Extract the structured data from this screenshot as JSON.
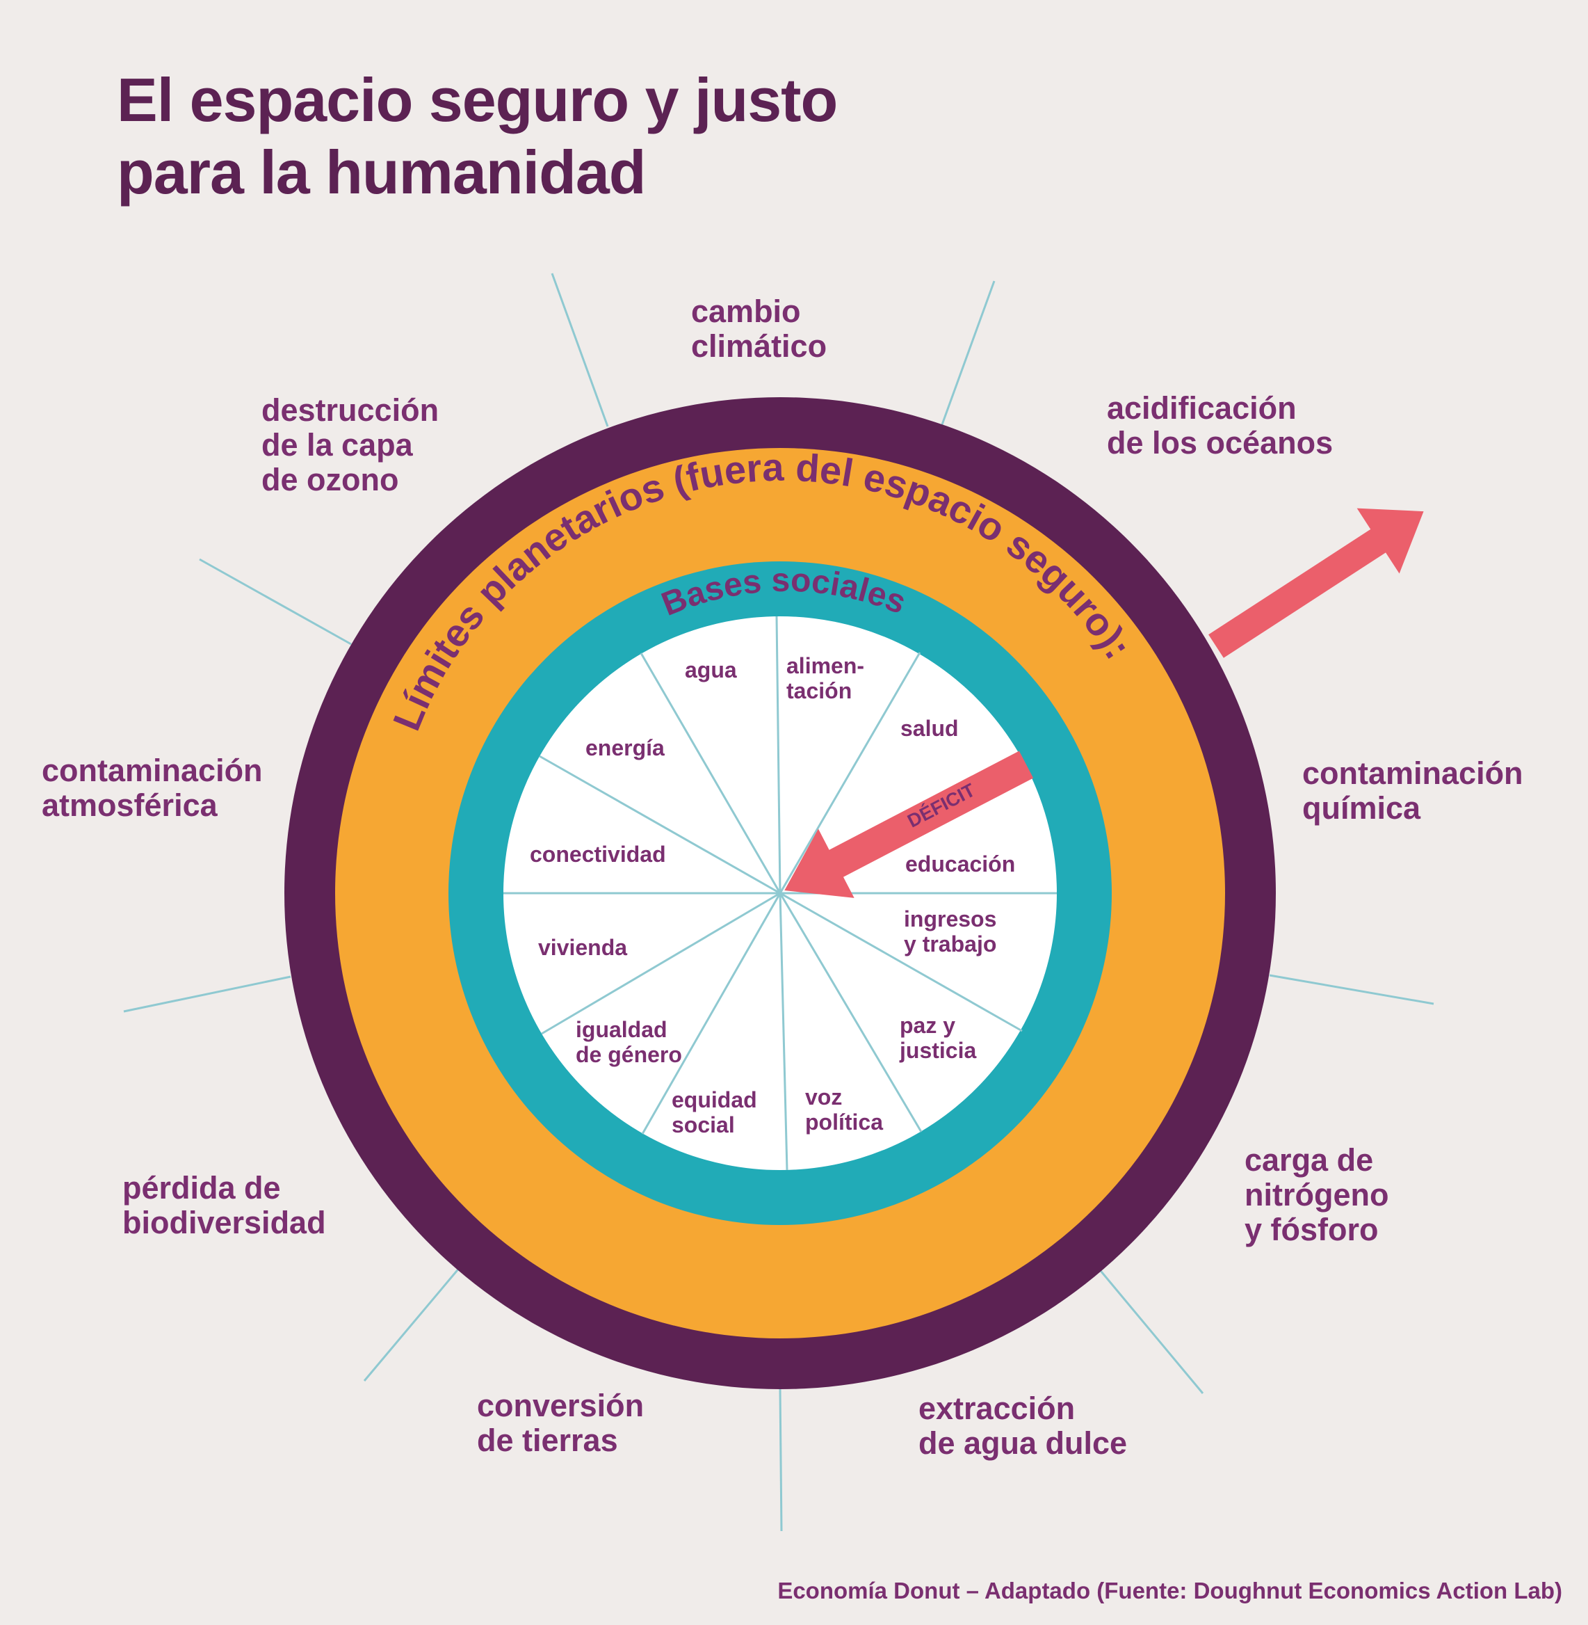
{
  "title": {
    "line1": "El espacio seguro y justo",
    "line2": "para la humanidad"
  },
  "ring_labels": {
    "outer": "Límites planetarios (fuera del espacio seguro):",
    "inner": "Bases sociales",
    "arrow": "DÉFICIT"
  },
  "planetary": {
    "cambio": [
      "cambio",
      "climático"
    ],
    "acidificacion": [
      "acidificación",
      "de los océanos"
    ],
    "quimica": [
      "contaminación",
      "química"
    ],
    "nitrogeno": [
      "carga de",
      "nitrógeno",
      "y fósforo"
    ],
    "agua_dulce": [
      "extracción",
      "de agua dulce"
    ],
    "tierras": [
      "conversión",
      "de tierras"
    ],
    "biodiversidad": [
      "pérdida de",
      "biodiversidad"
    ],
    "atmosferica": [
      "contaminación",
      "atmosférica"
    ],
    "ozono": [
      "destrucción",
      "de la capa",
      "de ozono"
    ]
  },
  "social": {
    "agua": [
      "agua"
    ],
    "alimentacion": [
      "alimen-",
      "tación"
    ],
    "salud": [
      "salud"
    ],
    "educacion": [
      "educación"
    ],
    "ingresos": [
      "ingresos",
      "y trabajo"
    ],
    "paz": [
      "paz y",
      "justicia"
    ],
    "voz": [
      "voz",
      "política"
    ],
    "equidad": [
      "equidad",
      "social"
    ],
    "igualdad": [
      "igualdad",
      "de género"
    ],
    "vivienda": [
      "vivienda"
    ],
    "conectividad": [
      "conectividad"
    ],
    "energia": [
      "energía"
    ]
  },
  "colors": {
    "background": "#f0ecea",
    "ring_outer": "#5c2253",
    "ring_orange": "#f6a733",
    "ring_teal": "#21abb7",
    "center": "#ffffff",
    "arrow": "#eb5f6b",
    "divider": "#8fc9d1",
    "text": "#7a2f70"
  },
  "source": "Economía Donut – Adaptado (Fuente: Doughnut Economics Action Lab)"
}
